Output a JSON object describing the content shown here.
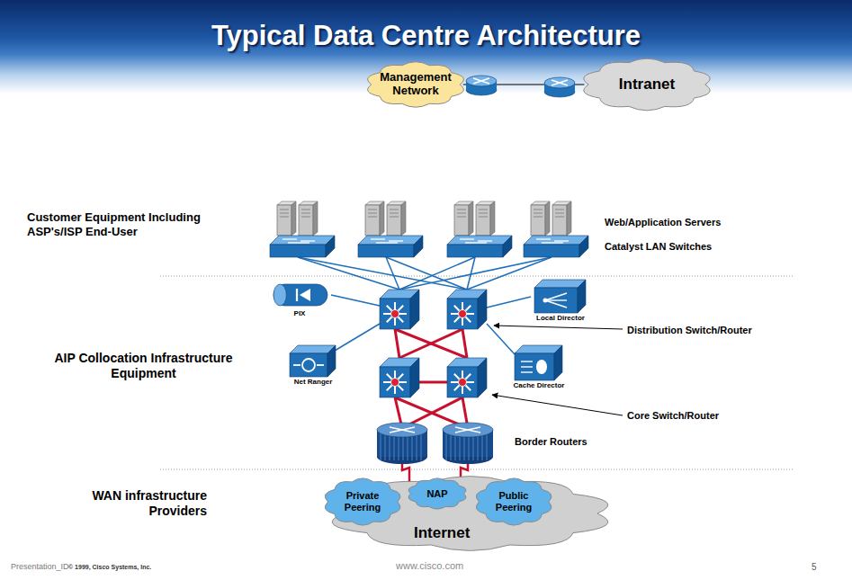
{
  "diagram": {
    "title": "Typical Data Centre Architecture",
    "nodes": [
      {
        "text": [
          "Management Network"
        ]
      },
      {
        "text": [
          "Intranet"
        ]
      },
      {
        "text": [
          "PIX"
        ]
      },
      {
        "text": [
          "Local Director"
        ]
      },
      {
        "text": [
          "Net Ranger"
        ]
      },
      {
        "text": [
          "Cache Director"
        ]
      },
      {
        "text": [
          "Internet"
        ]
      },
      {
        "text": [
          "Private Peering"
        ],
        "in": 6
      },
      {
        "text": [
          "NAP"
        ],
        "in": 6
      },
      {
        "text": [
          "Public Peering"
        ],
        "in": 6
      }
    ],
    "edges": [
      {
        "from": 0,
        "to": 1,
        "arrow": "none"
      }
    ],
    "labels": [
      "Customer Equipment Including ASP's/ISP End-User",
      "Web/Application Servers",
      "Catalyst LAN Switches",
      "Distribution Switch/Router",
      "AIP Collocation Infrastructure Equipment",
      "Core Switch/Router",
      "Border Routers",
      "WAN infrastructure Providers",
      "Presentation_ID",
      "© 1999, Cisco Systems, Inc.",
      "www.cisco.com",
      "5"
    ]
  }
}
